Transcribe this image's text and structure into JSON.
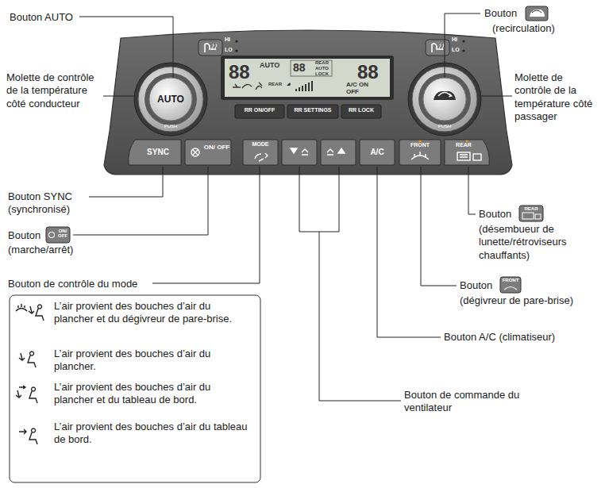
{
  "diagram": {
    "labels": [
      "Bouton AUTO",
      "Molette de contrôle de la température côté conducteur",
      "Bouton SYNC (synchronisé)",
      "Bouton",
      "(marche/arrêt)",
      "Bouton de contrôle du mode",
      "Bouton",
      "(recirculation)",
      "Molette de contrôle de la température côté passager",
      "Bouton",
      "(désembueur de lunette/rétroviseurs chauffants)",
      "Bouton",
      "(dégivreur de pare-brise)",
      "Bouton A/C (climatiseur)",
      "Bouton de commande du ventilateur",
      "HI",
      "LO",
      "HI",
      "LO",
      "AUTO",
      "PUSH",
      "PUSH",
      "88",
      "AUTO",
      "88",
      "REAR",
      "AUTO",
      "LOCK",
      "88",
      "REAR",
      "A/C ON",
      "OFF",
      "RR ON/OFF",
      "RR SETTINGS",
      "RR LOCK",
      "SYNC",
      "ON/ OFF",
      "MODE",
      "A/C",
      "FRONT",
      "REAR",
      "ON/ OFF",
      "FRONT",
      "REAR"
    ],
    "legend": [
      {
        "text": "L’air provient des bouches d’air du plancher et du dégivreur de pare-brise."
      },
      {
        "text": "L’air provient des bouches d’air du plancher."
      },
      {
        "text": "L’air provient des bouches d’air du plancher et du tableau de bord."
      },
      {
        "text": "L’air provient des bouches d’air du tableau de bord."
      }
    ]
  }
}
